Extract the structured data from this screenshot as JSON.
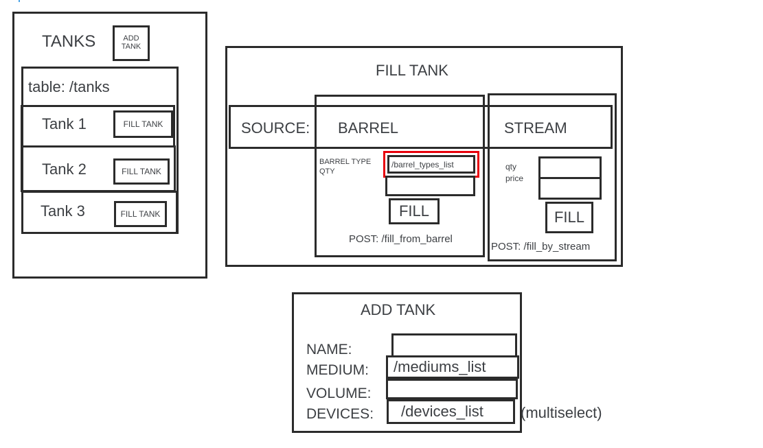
{
  "tanks_panel": {
    "title": "TANKS",
    "add_tank_button": "ADD\nTANK",
    "add_tank_line1": "ADD",
    "add_tank_line2": "TANK",
    "table_label": "table: /tanks",
    "rows": [
      {
        "name": "Tank 1",
        "action": "FILL TANK"
      },
      {
        "name": "Tank 2",
        "action": "FILL TANK"
      },
      {
        "name": "Tank 3",
        "action": "FILL TANK"
      }
    ]
  },
  "fill_tank_panel": {
    "title": "FILL TANK",
    "source_label": "SOURCE:",
    "barrel": {
      "tab_label": "BARREL",
      "barrel_type_label": "BARREL TYPE",
      "qty_label": "QTY",
      "barrel_type_value": "/barrel_types_list",
      "qty_value": "",
      "fill_button": "FILL",
      "endpoint": "POST: /fill_from_barrel"
    },
    "stream": {
      "tab_label": "STREAM",
      "qty_label": "qty",
      "price_label": "price",
      "qty_value": "",
      "price_value": "",
      "fill_button": "FILL",
      "endpoint": "POST: /fill_by_stream"
    },
    "highlight_color": "#e8000b"
  },
  "add_tank_panel": {
    "title": "ADD TANK",
    "name_label": "NAME:",
    "medium_label": "MEDIUM:",
    "volume_label": "VOLUME:",
    "devices_label": "DEVICES:",
    "name_value": "",
    "medium_value": "/mediums_list",
    "volume_value": "",
    "devices_value": "/devices_list",
    "devices_note": "(multiselect)"
  }
}
